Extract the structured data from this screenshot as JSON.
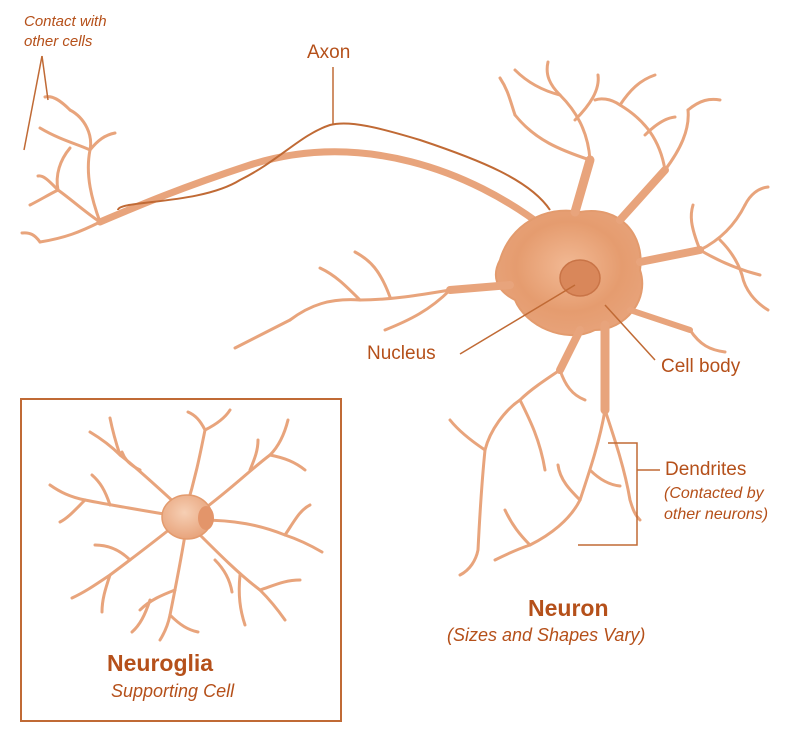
{
  "diagram": {
    "accent_color": "#b5501a",
    "cell_color": "#e8a47c",
    "cell_dark_color": "#d9875a",
    "labels": {
      "contact_line1": "Contact with",
      "contact_line2": "other cells",
      "axon": "Axon",
      "nucleus": "Nucleus",
      "cell_body": "Cell body",
      "dendrites": "Dendrites",
      "dendrites_sub1": "(Contacted by",
      "dendrites_sub2": "other neurons)"
    },
    "neuron": {
      "title": "Neuron",
      "subtitle": "(Sizes and Shapes Vary)"
    },
    "neuroglia": {
      "title": "Neuroglia",
      "subtitle": "Supporting Cell"
    }
  }
}
